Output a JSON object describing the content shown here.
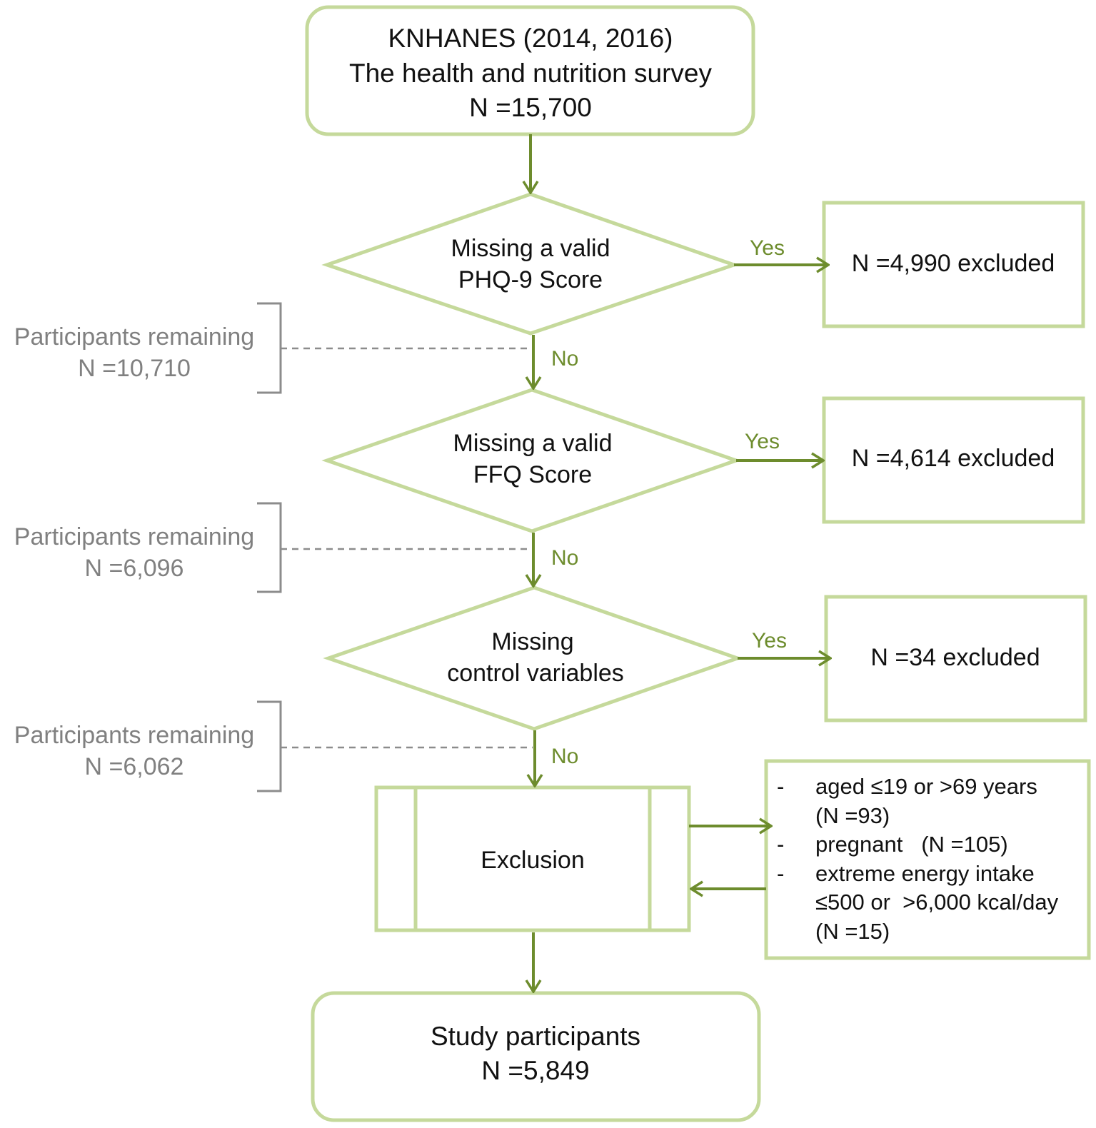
{
  "start": {
    "line1": "KNHANES (2014, 2016)",
    "line2": "The health and nutrition survey",
    "line3": "N =15,700"
  },
  "decisions": [
    {
      "line1": "Missing a valid",
      "line2": "PHQ-9 Score",
      "yes_label": "Yes",
      "no_label": "No",
      "excluded": "N =4,990 excluded",
      "remaining_label": "Participants remaining",
      "remaining_n": "N =10,710"
    },
    {
      "line1": "Missing a valid",
      "line2": "FFQ Score",
      "yes_label": "Yes",
      "no_label": "No",
      "excluded": "N =4,614 excluded",
      "remaining_label": "Participants remaining",
      "remaining_n": "N =6,096"
    },
    {
      "line1": "Missing",
      "line2": "control variables",
      "yes_label": "Yes",
      "no_label": "No",
      "excluded": "N =34 excluded",
      "remaining_label": "Participants remaining",
      "remaining_n": "N =6,062"
    }
  ],
  "exclusion": {
    "label": "Exclusion",
    "bullet": "-",
    "criteria": [
      {
        "line1": "aged ≤19 or >69 years",
        "line2": "(N =93)"
      },
      {
        "line1": "pregnant   (N =105)"
      },
      {
        "line1": "extreme energy intake",
        "line2": "≤500 or  >6,000 kcal/day",
        "line3": "(N =15)"
      }
    ]
  },
  "final": {
    "line1": "Study participants",
    "line2": "N =5,849"
  },
  "colors": {
    "box_border": "#c5d99b",
    "arrow": "#6d8c2d",
    "label_green": "#6d8c2d",
    "muted_text": "#808080",
    "dashed_line": "#8c8c8c"
  }
}
